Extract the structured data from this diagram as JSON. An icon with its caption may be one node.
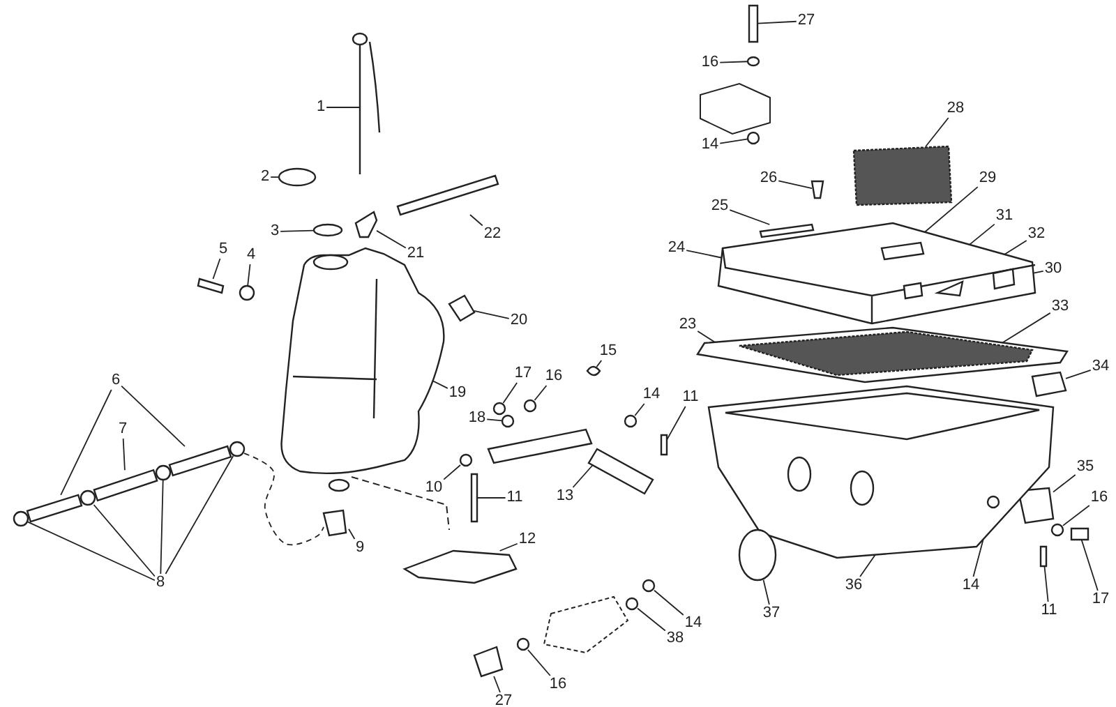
{
  "diagram": {
    "nodes": [
      {
        "text": [
          "27"
        ]
      },
      {
        "text": [
          "16"
        ]
      },
      {
        "text": [
          "1"
        ]
      },
      {
        "text": [
          "28"
        ]
      },
      {
        "text": [
          "14"
        ]
      },
      {
        "text": [
          "2"
        ]
      },
      {
        "text": [
          "26"
        ]
      },
      {
        "text": [
          "29"
        ]
      },
      {
        "text": [
          "25"
        ]
      },
      {
        "text": [
          "31"
        ]
      },
      {
        "text": [
          "3"
        ]
      },
      {
        "text": [
          "22"
        ]
      },
      {
        "text": [
          "32"
        ]
      },
      {
        "text": [
          "5"
        ]
      },
      {
        "text": [
          "4"
        ]
      },
      {
        "text": [
          "21"
        ]
      },
      {
        "text": [
          "24"
        ]
      },
      {
        "text": [
          "30"
        ]
      },
      {
        "text": [
          "20"
        ]
      },
      {
        "text": [
          "33"
        ]
      },
      {
        "text": [
          "23"
        ]
      },
      {
        "text": [
          "15"
        ]
      },
      {
        "text": [
          "34"
        ]
      },
      {
        "text": [
          "6"
        ]
      },
      {
        "text": [
          "17"
        ]
      },
      {
        "text": [
          "16"
        ]
      },
      {
        "text": [
          "19"
        ]
      },
      {
        "text": [
          "14"
        ]
      },
      {
        "text": [
          "11"
        ]
      },
      {
        "text": [
          "18"
        ]
      },
      {
        "text": [
          "7"
        ]
      },
      {
        "text": [
          "35"
        ]
      },
      {
        "text": [
          "10"
        ]
      },
      {
        "text": [
          "13"
        ]
      },
      {
        "text": [
          "11"
        ]
      },
      {
        "text": [
          "16"
        ]
      },
      {
        "text": [
          "12"
        ]
      },
      {
        "text": [
          "9"
        ]
      },
      {
        "text": [
          "8"
        ]
      },
      {
        "text": [
          "36"
        ]
      },
      {
        "text": [
          "14"
        ]
      },
      {
        "text": [
          "17"
        ]
      },
      {
        "text": [
          "11"
        ]
      },
      {
        "text": [
          "37"
        ]
      },
      {
        "text": [
          "14"
        ]
      },
      {
        "text": [
          "38"
        ]
      },
      {
        "text": [
          "16"
        ]
      },
      {
        "text": [
          "27"
        ]
      },
      {
        "text": [],
        "shape": "box"
      },
      {
        "text": [],
        "shape": "circle"
      },
      {
        "text": [],
        "shape": "picture"
      },
      {
        "text": [],
        "shape": "box"
      },
      {
        "text": [],
        "shape": "circle"
      },
      {
        "text": [],
        "shape": "circle"
      },
      {
        "text": [],
        "shape": "box"
      },
      {
        "text": [],
        "shape": "box",
        "in": 64
      },
      {
        "text": [],
        "shape": "box",
        "in": 64
      },
      {
        "text": [],
        "shape": "box",
        "in": 64
      },
      {
        "text": [],
        "shape": "circle"
      },
      {
        "text": [],
        "shape": "box"
      },
      {
        "text": [],
        "shape": "triangle",
        "in": 64
      },
      {
        "text": [],
        "shape": "box"
      },
      {
        "text": [],
        "shape": "circle"
      },
      {
        "text": [],
        "shape": "box"
      },
      {
        "text": [],
        "shape": "picture"
      },
      {
        "text": [],
        "shape": "box",
        "in": 64
      },
      {
        "text": [],
        "shape": "box"
      },
      {
        "text": [],
        "shape": "box",
        "in": 68
      },
      {
        "text": [],
        "shape": "box"
      },
      {
        "text": [],
        "shape": "box"
      },
      {
        "text": [],
        "shape": "box"
      },
      {
        "text": [],
        "shape": "box"
      },
      {
        "text": [],
        "shape": "box"
      },
      {
        "text": [],
        "shape": "circle"
      },
      {
        "text": [],
        "shape": "circle"
      },
      {
        "text": [],
        "shape": "picture"
      },
      {
        "text": [],
        "shape": "circle"
      },
      {
        "text": [],
        "shape": "box"
      },
      {
        "text": [],
        "shape": "circle"
      },
      {
        "text": [],
        "shape": "box"
      },
      {
        "text": [],
        "shape": "box"
      },
      {
        "text": [],
        "shape": "circle"
      },
      {
        "text": [],
        "shape": "picture"
      },
      {
        "text": [],
        "shape": "box"
      },
      {
        "text": [],
        "shape": "circle"
      },
      {
        "text": [],
        "shape": "box"
      },
      {
        "text": [],
        "shape": "picture"
      },
      {
        "text": [],
        "shape": "circle"
      },
      {
        "text": [],
        "shape": "circle"
      },
      {
        "text": [],
        "shape": "circle"
      },
      {
        "text": [],
        "shape": "circle"
      },
      {
        "text": [],
        "shape": "picture"
      },
      {
        "text": [],
        "shape": "circle",
        "in": 91
      },
      {
        "text": [],
        "shape": "box"
      },
      {
        "text": [],
        "shape": "box"
      },
      {
        "text": [],
        "shape": "circle"
      },
      {
        "text": [],
        "shape": "circle"
      },
      {
        "text": [],
        "shape": "circle"
      },
      {
        "text": [],
        "shape": "circle"
      },
      {
        "text": [],
        "shape": "box"
      }
    ],
    "edges": [
      {
        "from": 0,
        "to": 48,
        "arrow": "none"
      },
      {
        "from": 1,
        "to": 49,
        "arrow": "none"
      },
      {
        "from": 2,
        "to": 50,
        "arrow": "none"
      },
      {
        "from": 3,
        "to": 51,
        "arrow": "none"
      },
      {
        "from": 4,
        "to": 52,
        "arrow": "none"
      },
      {
        "from": 5,
        "to": 53,
        "arrow": "none"
      },
      {
        "from": 6,
        "to": 54,
        "arrow": "none"
      },
      {
        "from": 7,
        "to": 55,
        "arrow": "none"
      },
      {
        "from": 8,
        "to": 56,
        "arrow": "none"
      },
      {
        "from": 9,
        "to": 57,
        "arrow": "none"
      },
      {
        "from": 10,
        "to": 58,
        "arrow": "none"
      },
      {
        "from": 11,
        "to": 59,
        "arrow": "none"
      },
      {
        "from": 12,
        "to": 60,
        "arrow": "none"
      },
      {
        "from": 13,
        "to": 61,
        "arrow": "none"
      },
      {
        "from": 14,
        "to": 62,
        "arrow": "none"
      },
      {
        "from": 15,
        "to": 63,
        "arrow": "none"
      },
      {
        "from": 16,
        "to": 64,
        "arrow": "none"
      },
      {
        "from": 17,
        "to": 65,
        "arrow": "none"
      },
      {
        "from": 18,
        "to": 66,
        "arrow": "none"
      },
      {
        "from": 19,
        "to": 67,
        "arrow": "none"
      },
      {
        "from": 20,
        "to": 68,
        "arrow": "none"
      },
      {
        "from": 21,
        "to": 69,
        "arrow": "none"
      },
      {
        "from": 22,
        "to": 70,
        "arrow": "none"
      },
      {
        "from": 23,
        "to": 71,
        "arrow": "none"
      },
      {
        "from": 23,
        "to": 72,
        "arrow": "none"
      },
      {
        "from": 24,
        "to": 73,
        "arrow": "none"
      },
      {
        "from": 25,
        "to": 74,
        "arrow": "none"
      },
      {
        "from": 26,
        "to": 75,
        "arrow": "none"
      },
      {
        "from": 27,
        "to": 76,
        "arrow": "none"
      },
      {
        "from": 28,
        "to": 77,
        "arrow": "none"
      },
      {
        "from": 29,
        "to": 78,
        "arrow": "none"
      },
      {
        "from": 30,
        "to": 79,
        "arrow": "none"
      },
      {
        "from": 31,
        "to": 80,
        "arrow": "none"
      },
      {
        "from": 32,
        "to": 81,
        "arrow": "none"
      },
      {
        "from": 33,
        "to": 82,
        "arrow": "none"
      },
      {
        "from": 34,
        "to": 83,
        "arrow": "none"
      },
      {
        "from": 35,
        "to": 84,
        "arrow": "none"
      },
      {
        "from": 36,
        "to": 85,
        "arrow": "none"
      },
      {
        "from": 37,
        "to": 86,
        "arrow": "none"
      },
      {
        "from": 38,
        "to": 87,
        "arrow": "none"
      },
      {
        "from": 38,
        "to": 88,
        "arrow": "none"
      },
      {
        "from": 38,
        "to": 89,
        "arrow": "none"
      },
      {
        "from": 38,
        "to": 90,
        "arrow": "none"
      },
      {
        "from": 39,
        "to": 91,
        "arrow": "none"
      },
      {
        "from": 40,
        "to": 92,
        "arrow": "none"
      },
      {
        "from": 41,
        "to": 93,
        "arrow": "none"
      },
      {
        "from": 42,
        "to": 94,
        "arrow": "none"
      },
      {
        "from": 43,
        "to": 95,
        "arrow": "none"
      },
      {
        "from": 44,
        "to": 96,
        "arrow": "none"
      },
      {
        "from": 45,
        "to": 97,
        "arrow": "none"
      },
      {
        "from": 46,
        "to": 98,
        "arrow": "none"
      },
      {
        "from": 47,
        "to": 99,
        "arrow": "none"
      },
      {
        "from": 90,
        "to": 86,
        "arrow": "none",
        "style": "dashed"
      }
    ]
  }
}
